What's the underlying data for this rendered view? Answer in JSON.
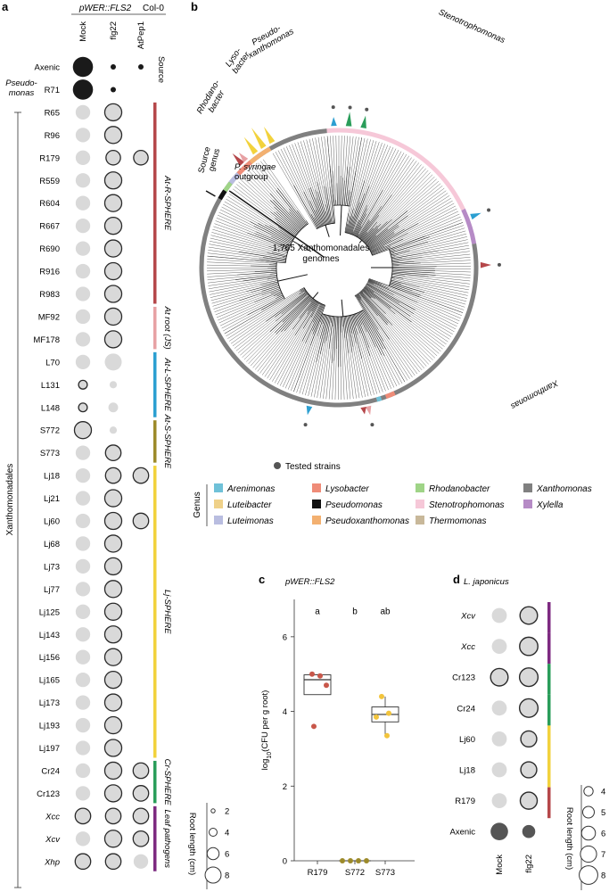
{
  "panels": {
    "a": "a",
    "b": "b",
    "c": "c",
    "d": "d"
  },
  "colors": {
    "source_R": "#b5474a",
    "source_root": "#e7a1a4",
    "source_L": "#2c9fd1",
    "source_S": "#9c8a2a",
    "source_Lj": "#f2d23c",
    "source_Cr": "#2a9d5a",
    "source_leaf": "#7d2a80",
    "circle_fill": "#d9d9d9",
    "circle_stroke": "#2a2a2a",
    "axenic_fill": "#1a1a1a"
  },
  "panel_a": {
    "header_group1": "pWER::FLS2",
    "header_group2": "Col-0",
    "columns": [
      "Mock",
      "flg22",
      "AtPep1"
    ],
    "source_label": "Source",
    "group_pseudomonas": "Pseudo-\nmonas",
    "group_xanthomonadales": "Xanthomonadales",
    "rows": [
      {
        "strain": "Axenic",
        "italic": false,
        "mock": 8.3,
        "mock_outline": false,
        "mock_dark": true,
        "flg22": 2.2,
        "flg22_outline": false,
        "flg22_dark": true,
        "pep": 2.2,
        "pep_outline": false,
        "pep_dark": true
      },
      {
        "strain": "R71",
        "italic": false,
        "mock": 8.3,
        "mock_outline": false,
        "mock_dark": true,
        "flg22": 2.2,
        "flg22_outline": false,
        "flg22_dark": true,
        "pep": null
      },
      {
        "strain": "R65",
        "italic": false,
        "mock": 6,
        "mock_outline": false,
        "flg22": 7,
        "flg22_outline": true,
        "pep": null
      },
      {
        "strain": "R96",
        "italic": false,
        "mock": 6,
        "mock_outline": false,
        "flg22": 7,
        "flg22_outline": true,
        "pep": null
      },
      {
        "strain": "R179",
        "italic": false,
        "mock": 6,
        "mock_outline": false,
        "flg22": 6,
        "flg22_outline": true,
        "pep": 6,
        "pep_outline": true
      },
      {
        "strain": "R559",
        "italic": false,
        "mock": 6,
        "mock_outline": false,
        "flg22": 7,
        "flg22_outline": true,
        "pep": null
      },
      {
        "strain": "R604",
        "italic": false,
        "mock": 6,
        "mock_outline": false,
        "flg22": 7,
        "flg22_outline": true,
        "pep": null
      },
      {
        "strain": "R667",
        "italic": false,
        "mock": 6,
        "mock_outline": false,
        "flg22": 7,
        "flg22_outline": true,
        "pep": null
      },
      {
        "strain": "R690",
        "italic": false,
        "mock": 6,
        "mock_outline": false,
        "flg22": 7,
        "flg22_outline": true,
        "pep": null
      },
      {
        "strain": "R916",
        "italic": false,
        "mock": 6,
        "mock_outline": false,
        "flg22": 7,
        "flg22_outline": true,
        "pep": null
      },
      {
        "strain": "R983",
        "italic": false,
        "mock": 6,
        "mock_outline": false,
        "flg22": 7,
        "flg22_outline": true,
        "pep": null
      },
      {
        "strain": "MF92",
        "italic": false,
        "mock": 6,
        "mock_outline": false,
        "flg22": 7,
        "flg22_outline": true,
        "pep": null
      },
      {
        "strain": "MF178",
        "italic": false,
        "mock": 6,
        "mock_outline": false,
        "flg22": 7,
        "flg22_outline": true,
        "pep": null
      },
      {
        "strain": "L70",
        "italic": false,
        "mock": 6,
        "mock_outline": false,
        "flg22": 7,
        "flg22_outline": false,
        "pep": null
      },
      {
        "strain": "L131",
        "italic": false,
        "mock": 3.6,
        "mock_outline": true,
        "flg22": 3,
        "flg22_outline": false,
        "pep": null
      },
      {
        "strain": "L148",
        "italic": false,
        "mock": 3.6,
        "mock_outline": true,
        "flg22": 4,
        "flg22_outline": false,
        "pep": null
      },
      {
        "strain": "S772",
        "italic": false,
        "mock": 7,
        "mock_outline": true,
        "flg22": 3,
        "flg22_outline": false,
        "pep": null
      },
      {
        "strain": "S773",
        "italic": false,
        "mock": 6,
        "mock_outline": false,
        "flg22": 6.4,
        "flg22_outline": true,
        "pep": null
      },
      {
        "strain": "Lj18",
        "italic": false,
        "mock": 6,
        "mock_outline": false,
        "flg22": 6.4,
        "flg22_outline": true,
        "pep": 6.4,
        "pep_outline": true
      },
      {
        "strain": "Lj21",
        "italic": false,
        "mock": 6,
        "mock_outline": false,
        "flg22": 7,
        "flg22_outline": true,
        "pep": null
      },
      {
        "strain": "Lj60",
        "italic": false,
        "mock": 6,
        "mock_outline": false,
        "flg22": 7,
        "flg22_outline": true,
        "pep": 6.4,
        "pep_outline": true
      },
      {
        "strain": "Lj68",
        "italic": false,
        "mock": 6,
        "mock_outline": false,
        "flg22": 7,
        "flg22_outline": true,
        "pep": null
      },
      {
        "strain": "Lj73",
        "italic": false,
        "mock": 6,
        "mock_outline": false,
        "flg22": 7,
        "flg22_outline": true,
        "pep": null
      },
      {
        "strain": "Lj77",
        "italic": false,
        "mock": 6,
        "mock_outline": false,
        "flg22": 7,
        "flg22_outline": true,
        "pep": null
      },
      {
        "strain": "Lj125",
        "italic": false,
        "mock": 6,
        "mock_outline": false,
        "flg22": 7,
        "flg22_outline": true,
        "pep": null
      },
      {
        "strain": "Lj143",
        "italic": false,
        "mock": 6,
        "mock_outline": false,
        "flg22": 7,
        "flg22_outline": true,
        "pep": null
      },
      {
        "strain": "Lj156",
        "italic": false,
        "mock": 6,
        "mock_outline": false,
        "flg22": 7,
        "flg22_outline": true,
        "pep": null
      },
      {
        "strain": "Lj165",
        "italic": false,
        "mock": 6,
        "mock_outline": false,
        "flg22": 7,
        "flg22_outline": true,
        "pep": null
      },
      {
        "strain": "Lj173",
        "italic": false,
        "mock": 6,
        "mock_outline": false,
        "flg22": 7,
        "flg22_outline": true,
        "pep": null
      },
      {
        "strain": "Lj193",
        "italic": false,
        "mock": 6,
        "mock_outline": false,
        "flg22": 7,
        "flg22_outline": true,
        "pep": null
      },
      {
        "strain": "Lj197",
        "italic": false,
        "mock": 6,
        "mock_outline": false,
        "flg22": 7,
        "flg22_outline": true,
        "pep": null
      },
      {
        "strain": "Cr24",
        "italic": false,
        "mock": 6,
        "mock_outline": false,
        "flg22": 7,
        "flg22_outline": true,
        "pep": 6.4,
        "pep_outline": true
      },
      {
        "strain": "Cr123",
        "italic": false,
        "mock": 6,
        "mock_outline": false,
        "flg22": 7,
        "flg22_outline": true,
        "pep": 6.4,
        "pep_outline": true
      },
      {
        "strain": "Xcc",
        "italic": true,
        "mock": 6.4,
        "mock_outline": true,
        "flg22": 6.4,
        "flg22_outline": true,
        "pep": 6.4,
        "pep_outline": true
      },
      {
        "strain": "Xcv",
        "italic": true,
        "mock": 6,
        "mock_outline": false,
        "flg22": 7,
        "flg22_outline": true,
        "pep": 6.4,
        "pep_outline": true
      },
      {
        "strain": "Xhp",
        "italic": true,
        "mock": 6.4,
        "mock_outline": true,
        "flg22": 6.4,
        "flg22_outline": true,
        "pep": 6,
        "pep_outline": false
      }
    ],
    "sources": [
      {
        "label": "At-R-SPHERE",
        "from": 2,
        "to": 10,
        "color": "#b5474a"
      },
      {
        "label": "At root (JS)",
        "from": 11,
        "to": 12,
        "color": "#e7a1a4"
      },
      {
        "label": "At-L-SPHERE",
        "from": 13,
        "to": 15,
        "color": "#2c9fd1"
      },
      {
        "label": "At-S-SPHERE",
        "from": 16,
        "to": 17,
        "color": "#9c8a2a"
      },
      {
        "label": "Lj-SPHERE",
        "from": 18,
        "to": 30,
        "color": "#f2d23c"
      },
      {
        "label": "Cr-SPHERE",
        "from": 31,
        "to": 32,
        "color": "#2a9d5a"
      },
      {
        "label": "Leaf pathogens",
        "from": 33,
        "to": 35,
        "color": "#7d2a80"
      }
    ],
    "legend_title": "Root length (cm)",
    "legend_values": [
      2,
      4,
      6,
      8
    ]
  },
  "panel_b": {
    "center_label": "1,765 Xanthomonadales\ngenomes",
    "outgroup_label": "P. syringae\noutgroup",
    "ring_labels": {
      "source": "Source",
      "genus": "genus",
      "rhodanobacter": "Rhodano-\nbacter",
      "lysobacter": "Lyso-\nbacter",
      "pseudoxanthomonas": "Pseudo-\nxanthomonas",
      "stenotrophomonas": "Stenotrophomonas",
      "xanthomonas": "Xanthomonas"
    },
    "tested_strains_label": "Tested strains",
    "genus_label": "Genus",
    "genera": [
      {
        "name": "Arenimonas",
        "color": "#6fc1d8"
      },
      {
        "name": "Luteibacter",
        "color": "#efd189"
      },
      {
        "name": "Luteimonas",
        "color": "#b9bde0"
      },
      {
        "name": "Lysobacter",
        "color": "#ef8c78"
      },
      {
        "name": "Pseudomonas",
        "color": "#111111"
      },
      {
        "name": "Pseudoxanthomonas",
        "color": "#f3b070"
      },
      {
        "name": "Rhodanobacter",
        "color": "#9fd487"
      },
      {
        "name": "Stenotrophomonas",
        "color": "#f6c8d8"
      },
      {
        "name": "Thermomonas",
        "color": "#c8b89a"
      },
      {
        "name": "Xanthomonas",
        "color": "#808080"
      },
      {
        "name": "Xylella",
        "color": "#b68bc6"
      }
    ]
  },
  "chart_data": [
    {
      "type": "scatter",
      "title": "pWER::FLS2",
      "ylabel": "log10(CFU per g root)",
      "categories": [
        "R179",
        "S772",
        "S773"
      ],
      "ylim": [
        0,
        7
      ],
      "yticks": [
        0,
        2,
        4,
        6
      ],
      "significance": [
        "a",
        "b",
        "ab"
      ],
      "points": [
        {
          "category": "R179",
          "values": [
            5.0,
            4.95,
            4.7,
            3.6
          ],
          "color": "#c8574a"
        },
        {
          "category": "S772",
          "values": [
            0,
            0,
            0,
            0
          ],
          "color": "#9c8a2a"
        },
        {
          "category": "S773",
          "values": [
            4.4,
            3.95,
            3.85,
            3.35
          ],
          "color": "#f2c43c"
        }
      ],
      "boxes": [
        {
          "category": "R179",
          "q1": 4.45,
          "median": 4.85,
          "q3": 4.98,
          "min": 4.45,
          "max": 5.0
        },
        {
          "category": "S773",
          "q1": 3.72,
          "median": 3.92,
          "q3": 4.12,
          "min": 3.35,
          "max": 4.4
        }
      ]
    },
    {
      "type": "bubble",
      "title": "L. japonicus",
      "columns": [
        "Mock",
        "flg22"
      ],
      "rows": [
        {
          "strain": "Xcv",
          "italic": true,
          "mock": 6,
          "mock_outline": false,
          "flg22": 7,
          "flg22_outline": true,
          "color": "#7d2a80"
        },
        {
          "strain": "Xcc",
          "italic": true,
          "mock": 6,
          "mock_outline": false,
          "flg22": 7.3,
          "flg22_outline": true,
          "color": "#7d2a80"
        },
        {
          "strain": "Cr123",
          "italic": false,
          "mock": 7,
          "mock_outline": true,
          "flg22": 7.4,
          "flg22_outline": true,
          "color": "#2a9d5a"
        },
        {
          "strain": "Cr24",
          "italic": false,
          "mock": 6,
          "mock_outline": false,
          "flg22": 7.4,
          "flg22_outline": true,
          "color": "#2a9d5a"
        },
        {
          "strain": "Lj60",
          "italic": false,
          "mock": 6,
          "mock_outline": false,
          "flg22": 6.4,
          "flg22_outline": true,
          "color": "#f2d23c"
        },
        {
          "strain": "Lj18",
          "italic": false,
          "mock": 6,
          "mock_outline": false,
          "flg22": 6.4,
          "flg22_outline": true,
          "color": "#f2d23c"
        },
        {
          "strain": "R179",
          "italic": false,
          "mock": 6,
          "mock_outline": false,
          "flg22": 6.8,
          "flg22_outline": true,
          "color": "#b5474a"
        },
        {
          "strain": "Axenic",
          "italic": false,
          "mock": 7,
          "mock_outline": false,
          "mock_dark": true,
          "flg22": 5.2,
          "flg22_outline": false,
          "flg22_dark": true,
          "color": null
        }
      ],
      "legend_title": "Root length (cm)",
      "legend_values": [
        4,
        5,
        6,
        7,
        8
      ]
    }
  ]
}
